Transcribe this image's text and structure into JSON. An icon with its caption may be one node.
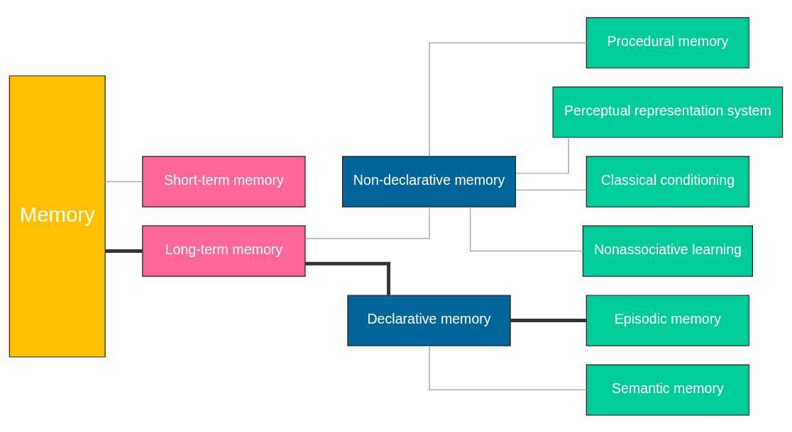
{
  "diagram": {
    "nodes": [
      {
        "text": [
          "Memory"
        ]
      },
      {
        "text": [
          "Short-term memory"
        ]
      },
      {
        "text": [
          "Long-term memory"
        ]
      },
      {
        "text": [
          "Non-declarative memory"
        ]
      },
      {
        "text": [
          "Declarative memory"
        ]
      },
      {
        "text": [
          "Procedural memory"
        ]
      },
      {
        "text": [
          "Perceptual representation system"
        ]
      },
      {
        "text": [
          "Classical conditioning"
        ]
      },
      {
        "text": [
          "Nonassociative learning"
        ]
      },
      {
        "text": [
          "Episodic memory"
        ]
      },
      {
        "text": [
          "Semantic memory"
        ]
      }
    ],
    "edges": [
      {
        "from": 0,
        "to": 1,
        "arrow": "none"
      },
      {
        "from": 0,
        "to": 2,
        "arrow": "none",
        "style": "thick",
        "color": "#333333"
      },
      {
        "from": 2,
        "to": 3,
        "arrow": "none"
      },
      {
        "from": 2,
        "to": 4,
        "arrow": "none",
        "style": "thick",
        "color": "#333333"
      },
      {
        "from": 3,
        "to": 5,
        "arrow": "none"
      },
      {
        "from": 3,
        "to": 6,
        "arrow": "none"
      },
      {
        "from": 3,
        "to": 7,
        "arrow": "none"
      },
      {
        "from": 3,
        "to": 8,
        "arrow": "none"
      },
      {
        "from": 4,
        "to": 9,
        "arrow": "none",
        "style": "thick",
        "color": "#333333"
      },
      {
        "from": 4,
        "to": 10,
        "arrow": "none"
      }
    ]
  }
}
